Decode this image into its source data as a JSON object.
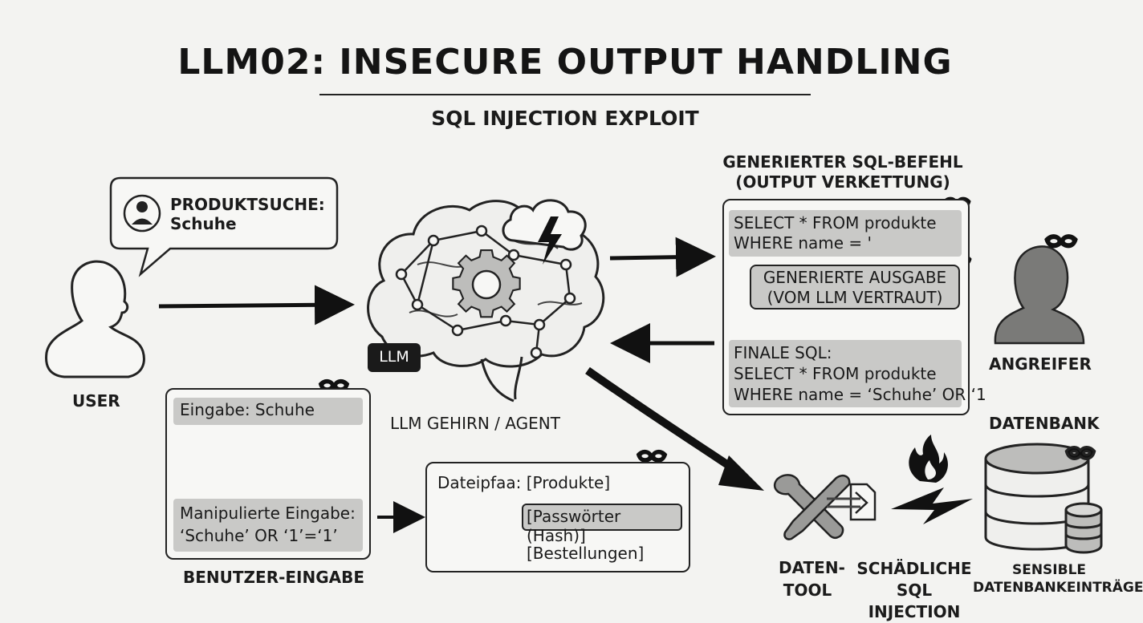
{
  "header": {
    "title": "LLM02: INSECURE OUTPUT HANDLING",
    "subtitle": "SQL INJECTION EXPLOIT"
  },
  "user": {
    "label": "USER",
    "speech_line1": "PRODUKTSUCHE:",
    "speech_line2": "Schuhe"
  },
  "llm": {
    "badge": "LLM",
    "label": "LLM GEHIRN / AGENT"
  },
  "sql_panel": {
    "heading_line1": "GENERIERTER SQL-BEFEHL",
    "heading_line2": "(OUTPUT VERKETTUNG)",
    "select_line1": "SELECT * FROM produkte",
    "select_line2": "WHERE name = '",
    "generated_line1": "GENERIERTE AUSGABE",
    "generated_line2": "(VOM LLM VERTRAUT)",
    "final_line1": "FINALE SQL:",
    "final_line2": "SELECT * FROM produkte",
    "final_line3": "WHERE name = ‘Schuhe’ OR ‘1"
  },
  "attacker": {
    "label": "ANGREIFER"
  },
  "user_input_panel": {
    "input_label": "Eingabe: Schuhe",
    "manipulated_line1": "Manipulierte Eingabe:",
    "manipulated_line2": "‘Schuhe’ OR ‘1’=‘1’",
    "caption": "BENUTZER-EINGABE"
  },
  "file_panel": {
    "item1": "Dateipfaa: [Produkte]",
    "item2": "[Passwörter (Hash)]",
    "item3": "[Bestellungen]"
  },
  "tool": {
    "label_line1": "DATEN-",
    "label_line2": "TOOL"
  },
  "injection": {
    "label_line1": "SCHÄDLICHE",
    "label_line2": "SQL INJECTION"
  },
  "database": {
    "heading": "DATENBANK",
    "label_line1": "SENSIBLE",
    "label_line2": "DATENBANKEINTRÄGE"
  },
  "icons": [
    "user-icon",
    "brain-icon",
    "gear-icon",
    "lightning-icon",
    "mask-icon",
    "wrench-icon",
    "document-icon",
    "fire-icon",
    "database-icon"
  ]
}
